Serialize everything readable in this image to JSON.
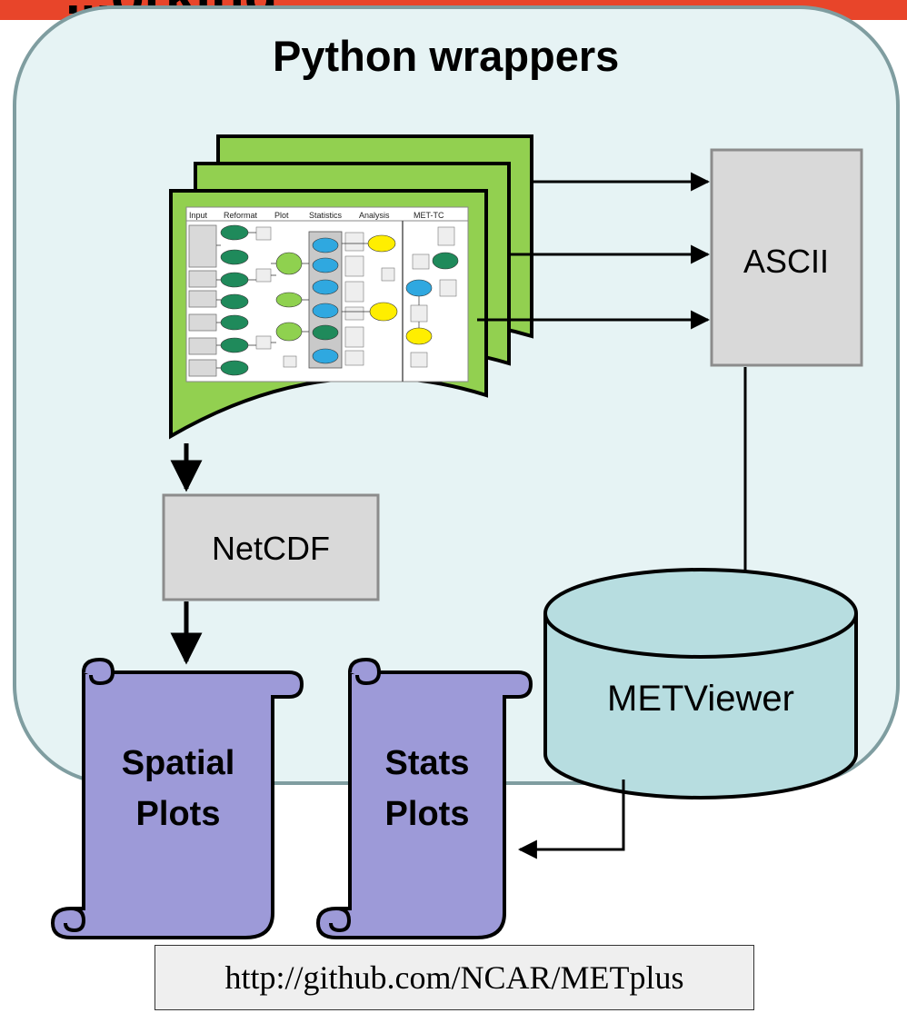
{
  "header": {
    "title_fragment": "...orking"
  },
  "panel": {
    "title": "Python wrappers"
  },
  "boxes": {
    "ascii": "ASCII",
    "netcdf": "NetCDF",
    "metviewer": "METViewer"
  },
  "scrolls": {
    "spatial": [
      "Spatial",
      "Plots"
    ],
    "stats": [
      "Stats",
      "Plots"
    ]
  },
  "thumbnail": {
    "columns": [
      "Input",
      "Reformat",
      "Plot",
      "Statistics",
      "Analysis",
      "MET-TC"
    ]
  },
  "footer": {
    "url": "http://github.com/NCAR/METplus"
  },
  "colors": {
    "accent": "#e8452a",
    "panel_bg": "#e6f3f4",
    "panel_border": "#7f9da0",
    "doc_green": "#92d050",
    "box_gray": "#d9d9d9",
    "cylinder": "#b7dde0",
    "scroll_purple": "#9d9ad8"
  }
}
